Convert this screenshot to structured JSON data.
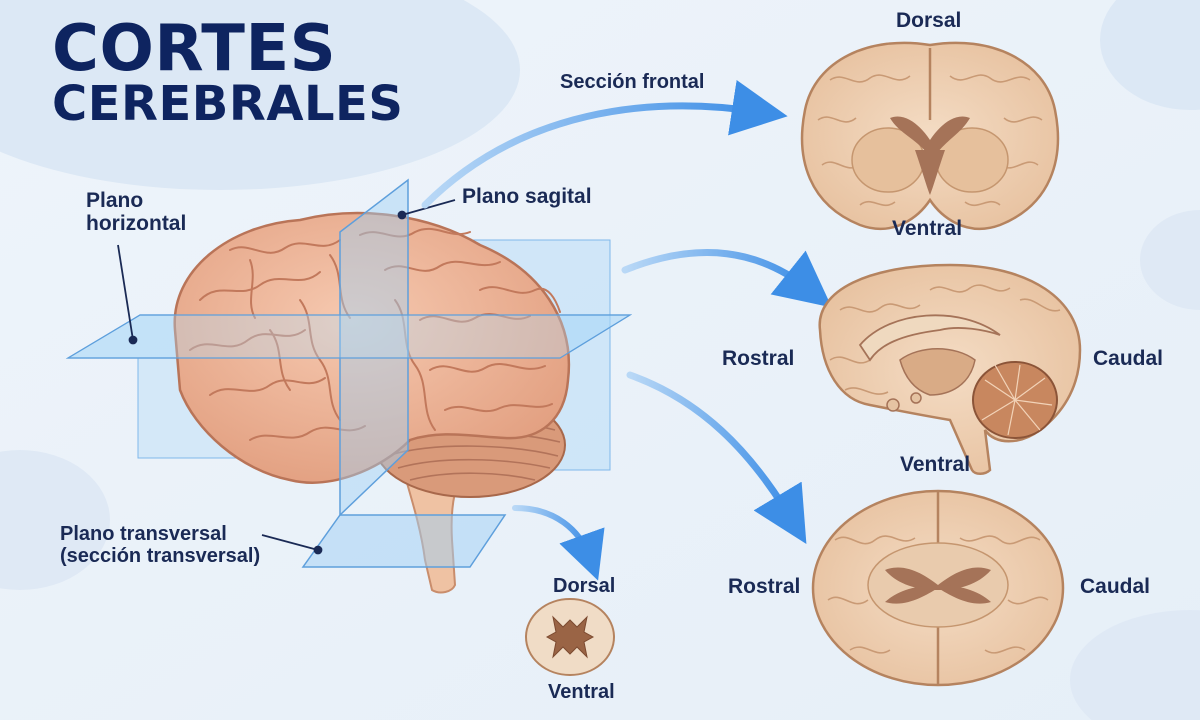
{
  "title": {
    "line1": "CORTES",
    "line2": "CEREBRALES"
  },
  "labels": {
    "plano_horizontal": {
      "line1": "Plano",
      "line2": "horizontal"
    },
    "plano_sagital": "Plano sagital",
    "plano_transversal": {
      "line1": "Plano transversal",
      "line2": "(sección transversal)"
    },
    "seccion_frontal": "Sección frontal",
    "frontal_section": {
      "dorsal": "Dorsal",
      "ventral": "Ventral"
    },
    "sagittal_section": {
      "rostral": "Rostral",
      "caudal": "Caudal",
      "ventral": "Ventral"
    },
    "horizontal_section": {
      "rostral": "Rostral",
      "caudal": "Caudal"
    },
    "spinal_section": {
      "dorsal": "Dorsal",
      "ventral": "Ventral"
    }
  },
  "colors": {
    "title": "#0e2460",
    "label": "#1a2a55",
    "arrow": "#3d8ee6",
    "plane": "#8cc4f2",
    "brain": "#f0b89c",
    "section_tissue": "#f3d9c0"
  }
}
